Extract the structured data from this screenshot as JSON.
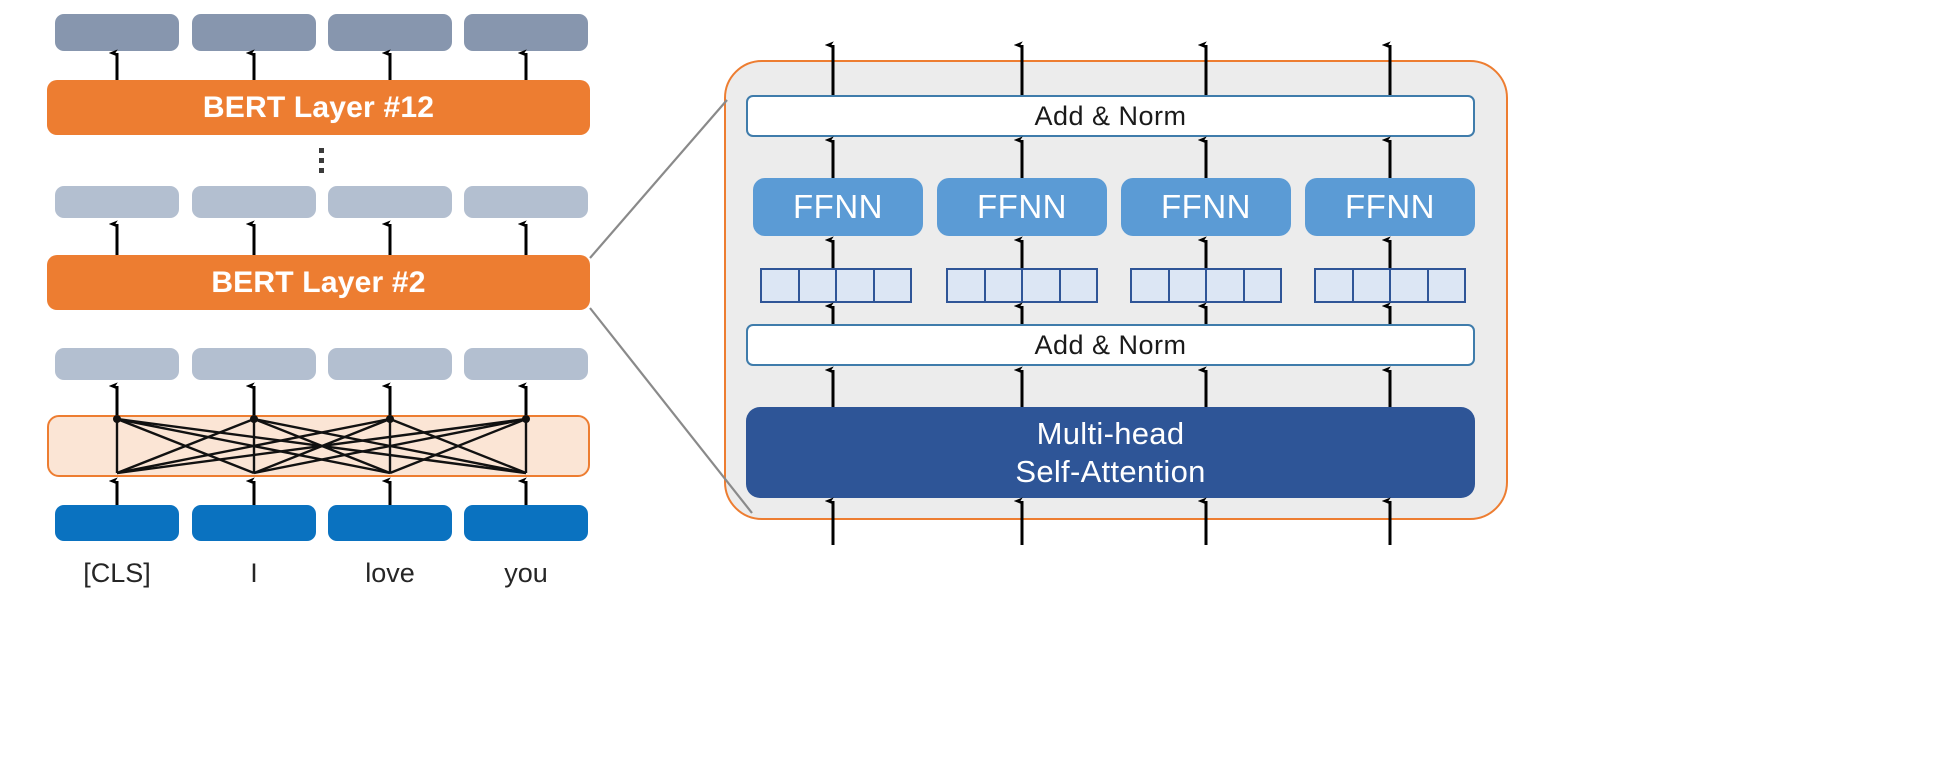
{
  "diagram": {
    "title": "BERT architecture with Transformer encoder layer detail",
    "colors": {
      "orange": "#ed7d31",
      "orange_light": "#fbe5d5",
      "token_dark": "#8796ae",
      "token_light": "#b3bfd0",
      "token_blue": "#0a72c0",
      "panel_bg": "#ececec",
      "ffnn_blue": "#5b9bd5",
      "mhsa_blue": "#2e5597",
      "vector_fill": "#dce6f4",
      "vector_border": "#2f5597",
      "addnorm_border": "#3f7cab",
      "arrow": "#000000",
      "connector": "#808080"
    }
  },
  "left": {
    "layers": [
      {
        "label": "BERT Layer #12"
      },
      {
        "label": "BERT Layer #2"
      }
    ],
    "ellipsis": "⋮",
    "tokens": [
      {
        "label": "[CLS]"
      },
      {
        "label": "I"
      },
      {
        "label": "love"
      },
      {
        "label": "you"
      }
    ],
    "embedding_rows": [
      {
        "name": "output-embeddings",
        "style": "token_dark"
      },
      {
        "name": "intermediate-embeddings-upper",
        "style": "token_light"
      },
      {
        "name": "intermediate-embeddings-lower",
        "style": "token_light"
      },
      {
        "name": "input-embeddings",
        "style": "token_blue"
      }
    ],
    "attention_band": {
      "name": "self-attention-connections"
    }
  },
  "right": {
    "panel": {
      "name": "bert-layer-detail-panel"
    },
    "add_norm_top": "Add & Norm",
    "add_norm_bottom": "Add & Norm",
    "ffnn": [
      {
        "label": "FFNN"
      },
      {
        "label": "FFNN"
      },
      {
        "label": "FFNN"
      },
      {
        "label": "FFNN"
      }
    ],
    "vectors": [
      {
        "cells": 4
      },
      {
        "cells": 4
      },
      {
        "cells": 4
      },
      {
        "cells": 4
      }
    ],
    "attention": {
      "line1": "Multi-head",
      "line2": "Self-Attention"
    }
  }
}
